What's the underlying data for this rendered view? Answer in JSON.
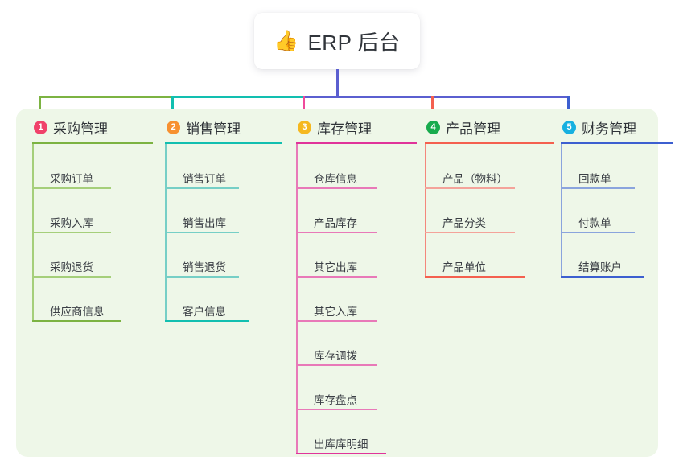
{
  "page": {
    "background": "#ffffff",
    "panel_color": "#eef7e8"
  },
  "title": {
    "icon": "thumbs-up-icon",
    "emoji": "👍",
    "text": "ERP 后台",
    "connector_color": "#5b5fd0"
  },
  "columns": [
    {
      "number": "1",
      "label": "采购管理",
      "badge_color": "#f0426a",
      "rule_color": "#7cb342",
      "spine_color": "#a5cf7a",
      "item_rule_color": "#a5cf7a",
      "drop_color": "#7cb342",
      "bus_color": "#7cb342",
      "items": [
        "采购订单",
        "采购入库",
        "采购退货",
        "供应商信息"
      ]
    },
    {
      "number": "2",
      "label": "销售管理",
      "badge_color": "#f79130",
      "rule_color": "#12bfb0",
      "spine_color": "#76cfc6",
      "item_rule_color": "#76cfc6",
      "drop_color": "#12bfb0",
      "bus_color": "#12bfb0",
      "items": [
        "销售订单",
        "销售出库",
        "销售退货",
        "客户信息"
      ]
    },
    {
      "number": "3",
      "label": "库存管理",
      "badge_color": "#f5b820",
      "rule_color": "#e0349a",
      "spine_color": "#e879b8",
      "item_rule_color": "#e879b8",
      "drop_color": "#ef4a9b",
      "bus_color": "#5b5fd0",
      "items": [
        "仓库信息",
        "产品库存",
        "其它出库",
        "其它入库",
        "库存调拨",
        "库存盘点",
        "出库库明细"
      ]
    },
    {
      "number": "4",
      "label": "产品管理",
      "badge_color": "#18ab4d",
      "rule_color": "#f4604f",
      "spine_color": "#f4877c",
      "item_rule_color": "#f4a39a",
      "drop_color": "#f4604f",
      "bus_color": "#5b5fd0",
      "items": [
        "产品（物料）",
        "产品分类",
        "产品单位"
      ]
    },
    {
      "number": "5",
      "label": "财务管理",
      "badge_color": "#17b0e0",
      "rule_color": "#3c5fd0",
      "spine_color": "#8aa4dd",
      "item_rule_color": "#8aa4dd",
      "drop_color": "#3c5fd0",
      "bus_color": "#5b5fd0",
      "items": [
        "回款单",
        "付款单",
        "结算账户"
      ]
    }
  ]
}
